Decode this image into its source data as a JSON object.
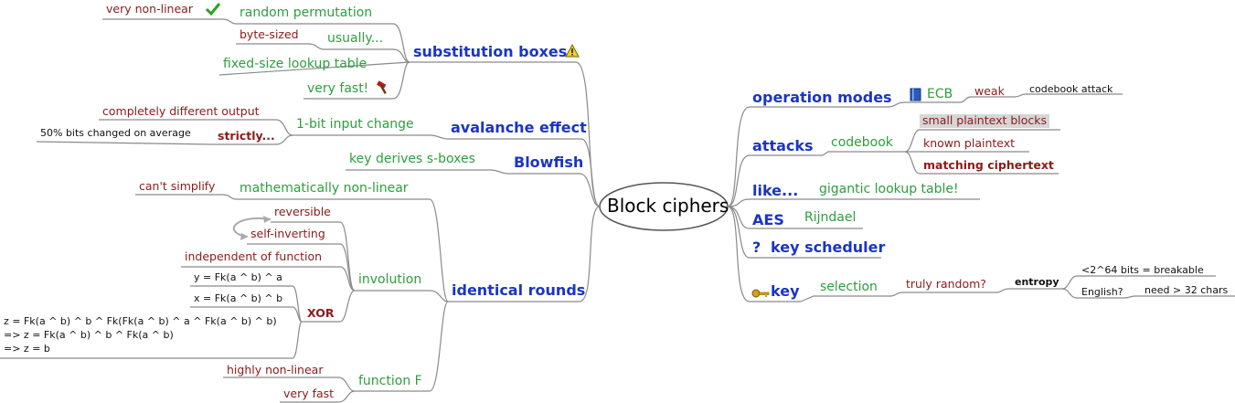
{
  "root": "Block ciphers",
  "left": {
    "sboxes": {
      "label": "substitution boxes",
      "random_permutation": "random permutation",
      "very_non_linear": "very non-linear",
      "usually": "usually...",
      "byte_sized": "byte-sized",
      "fixed_size": "fixed-size lookup table",
      "very_fast": "very fast!"
    },
    "avalanche": {
      "label": "avalanche effect",
      "one_bit": "1-bit input change",
      "completely_different": "completely different output",
      "strictly": "strictly...",
      "fifty_percent": "50% bits changed on average"
    },
    "blowfish": {
      "label": "Blowfish",
      "key_derives": "key derives s-boxes"
    },
    "rounds": {
      "label": "identical rounds",
      "math_nonlinear": "mathematically non-linear",
      "cant_simplify": "can't simplify",
      "involution": "involution",
      "reversible": "reversible",
      "self_inverting": "self-inverting",
      "independent": "independent of function",
      "xor": "XOR",
      "eq1": "y = Fk(a ^ b) ^ a",
      "eq2": "x = Fk(a ^ b) ^ b",
      "eq3": "z = Fk(a ^ b) ^ b ^ Fk(Fk(a ^ b) ^ a ^ Fk(a ^ b) ^ b)",
      "eq4": "=> z = Fk(a ^ b) ^ b ^ Fk(a ^ b)",
      "eq5": "=> z = b",
      "function_f": "function F",
      "highly_nonlinear": "highly non-linear",
      "very_fast": "very fast"
    }
  },
  "right": {
    "modes": {
      "label": "operation modes",
      "ecb": "ECB",
      "weak": "weak",
      "codebook_attack": "codebook attack"
    },
    "attacks": {
      "label": "attacks",
      "codebook": "codebook",
      "small_plaintext": "small plaintext blocks",
      "known_plaintext": "known plaintext",
      "matching_ciphertext": "matching ciphertext"
    },
    "like": {
      "label": "like...",
      "gigantic": "gigantic lookup table!"
    },
    "aes": {
      "label": "AES",
      "rijndael": "Rijndael"
    },
    "scheduler": {
      "label": "key scheduler",
      "icon_glyph": "?"
    },
    "key": {
      "label": "key",
      "selection": "selection",
      "truly_random": "truly random?",
      "entropy": "entropy",
      "breakable": "<2^64 bits = breakable",
      "english": "English?",
      "need_32": "need > 32 chars"
    }
  },
  "colors": {
    "level1": "#1a35c4",
    "level2": "#2e9e3e",
    "level3": "#8c1a1a",
    "level4": "#111111",
    "edge": "#8a8a8a",
    "highlight": "#d6d6d6"
  },
  "icons": [
    "checkmark-icon",
    "warning-icon",
    "hammer-icon",
    "book-icon",
    "question-icon",
    "key-icon"
  ]
}
